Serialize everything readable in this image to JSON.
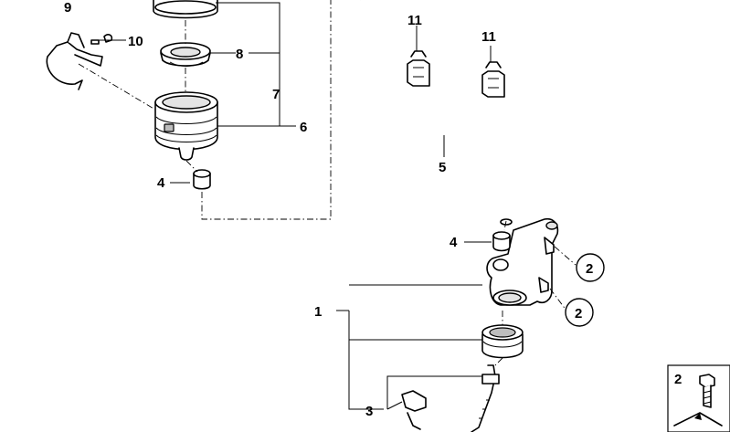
{
  "callouts": {
    "c1": "1",
    "c2a": "2",
    "c2b": "2",
    "c2_inset": "2",
    "c3": "3",
    "c4_top": "4",
    "c4_mid": "4",
    "c5": "5",
    "c6": "6",
    "c7": "7",
    "c8": "8",
    "c9": "9",
    "c10": "10",
    "c11a": "11",
    "c11b": "11"
  }
}
